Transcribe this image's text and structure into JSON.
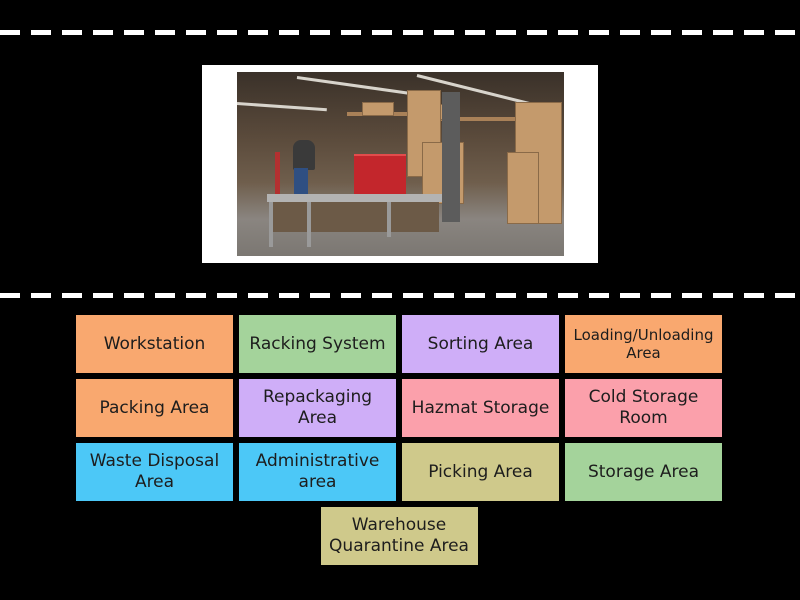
{
  "colors": {
    "background": "#000000",
    "orange": "#f9a86f",
    "green": "#a4d39b",
    "purple": "#cfaef8",
    "pink": "#fba0ab",
    "blue": "#4cc8f7",
    "khaki": "#cfc98b"
  },
  "question": {
    "image_alt": "Warehouse interior with a conveyor workstation, red crates, shelving racks and stacked cardboard boxes"
  },
  "tiles": [
    {
      "label": "Workstation",
      "color": "orange"
    },
    {
      "label": "Racking System",
      "color": "green"
    },
    {
      "label": "Sorting Area",
      "color": "purple"
    },
    {
      "label": "Loading/Unloading Area",
      "color": "orange"
    },
    {
      "label": "Packing Area",
      "color": "orange"
    },
    {
      "label": "Repackaging Area",
      "color": "purple"
    },
    {
      "label": "Hazmat Storage",
      "color": "pink"
    },
    {
      "label": "Cold Storage Room",
      "color": "pink"
    },
    {
      "label": "Waste Disposal Area",
      "color": "blue"
    },
    {
      "label": "Administrative area",
      "color": "blue"
    },
    {
      "label": "Picking Area",
      "color": "khaki"
    },
    {
      "label": "Storage Area",
      "color": "green"
    },
    {
      "label": "Warehouse Quarantine Area",
      "color": "khaki"
    }
  ]
}
